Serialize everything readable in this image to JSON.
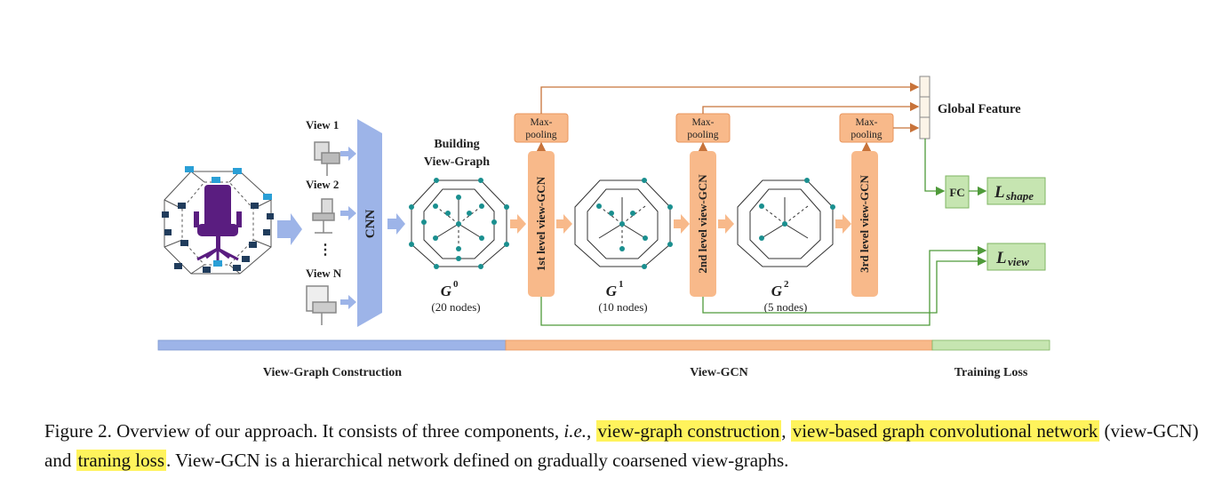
{
  "figure": {
    "views": {
      "view1": "View 1",
      "view2": "View 2",
      "dots": "⋮",
      "viewN": "View N"
    },
    "cnn_label": "CNN",
    "building_line1": "Building",
    "building_line2": "View-Graph",
    "graphs": [
      {
        "symbol": "G",
        "superscript": "0",
        "nodes": "(20 nodes)"
      },
      {
        "symbol": "G",
        "superscript": "1",
        "nodes": "(10 nodes)"
      },
      {
        "symbol": "G",
        "superscript": "2",
        "nodes": "(5 nodes)"
      }
    ],
    "gcn_levels": [
      "1st level view-GCN",
      "2nd level view-GCN",
      "3rd level view-GCN"
    ],
    "maxpool_line1": "Max-",
    "maxpool_line2": "pooling",
    "global_feature": "Global Feature",
    "fc_label": "FC",
    "loss_shape": {
      "symbol": "L",
      "subscript": "shape"
    },
    "loss_view": {
      "symbol": "L",
      "subscript": "view"
    },
    "stages": [
      "View-Graph Construction",
      "View-GCN",
      "Training Loss"
    ],
    "colors": {
      "blue": "#9db4e8",
      "orange": "#f8b98a",
      "orange_border": "#e8965e",
      "green": "#c6e5b1",
      "green_border": "#7fb562",
      "arrow_orange": "#c8733a",
      "arrow_green": "#4f9a3a",
      "node": "#1a8f8f",
      "chair": "#5a1d80",
      "camera": "#2a9fd6"
    }
  },
  "caption": {
    "lead": "Figure 2. Overview of our approach. It consists of three components, ",
    "ie": "i.e.",
    "comma1": ", ",
    "hl1": "view-graph construction",
    "comma2": ", ",
    "hl2": "view-based graph convolutional network",
    "mid": " (view-GCN) and ",
    "hl3": "traning loss",
    "tail": ". View-GCN is a hierarchical network defined on gradually coarsened view-graphs."
  }
}
